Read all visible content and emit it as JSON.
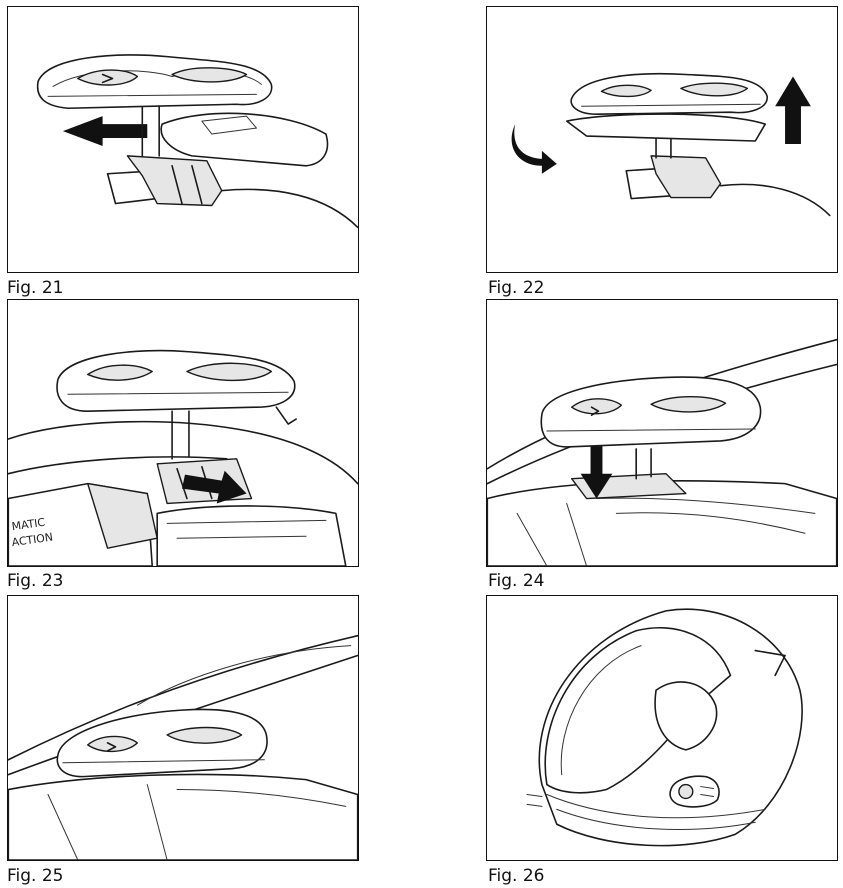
{
  "figures": [
    {
      "id": "fig21",
      "caption": "Fig. 21"
    },
    {
      "id": "fig22",
      "caption": "Fig. 22"
    },
    {
      "id": "fig23",
      "caption": "Fig. 23",
      "printed_text": "MATIC ACTION"
    },
    {
      "id": "fig24",
      "caption": "Fig. 24"
    },
    {
      "id": "fig25",
      "caption": "Fig. 25"
    },
    {
      "id": "fig26",
      "caption": "Fig. 26"
    }
  ]
}
